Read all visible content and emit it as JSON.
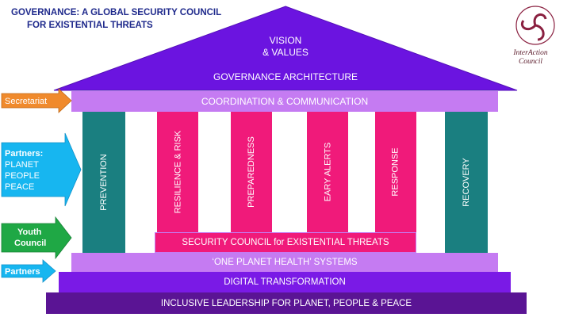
{
  "header": {
    "title_line1": "GOVERNANCE: A GLOBAL SECURITY COUNCIL",
    "title_line2": "FOR EXISTENTIAL THREATS"
  },
  "logo": {
    "line1": "InterAction",
    "line2": "Council"
  },
  "roof": {
    "vision_line1": "VISION",
    "vision_line2": "& VALUES",
    "architecture": "GOVERNANCE ARCHITECTURE"
  },
  "entablature": "COORDINATION & COMMUNICATION",
  "pillars": {
    "outer_left": "PREVENTION",
    "inner": [
      "RESILIENCE & RISK",
      "PREPAREDNESS",
      "EARY ALERTS",
      "RESPONSE"
    ],
    "outer_right": "RECOVERY"
  },
  "council_bar": "SECURITY COUNCIL for EXISTENTIAL THREATS",
  "steps": {
    "step1": "‘ONE PLANET HEALTH’ SYSTEMS",
    "step2": "DIGITAL TRANSFORMATION",
    "base": "INCLUSIVE LEADERSHIP FOR PLANET, PEOPLE & PEACE"
  },
  "arrows": {
    "secretariat": "Secretariat",
    "partners_line1": "Partners:",
    "partners_line2": "PLANET",
    "partners_line3": "PEOPLE",
    "partners_line4": "PEACE",
    "youth_line1": "Youth",
    "youth_line2": "Council",
    "partners_bottom": "Partners"
  },
  "colors": {
    "roof": "#6b14e0",
    "entablature": "#c57bf2",
    "teal_pillar": "#1a7f80",
    "pink_pillar": "#f01a7a",
    "step_light": "#c57bf2",
    "step_mid": "#7a1ae6",
    "base": "#5a1494",
    "secretariat_arrow": "#f08a2c",
    "partners_arrow": "#17b6f0",
    "youth_arrow": "#1fa845",
    "title": "#1f2a8c"
  }
}
